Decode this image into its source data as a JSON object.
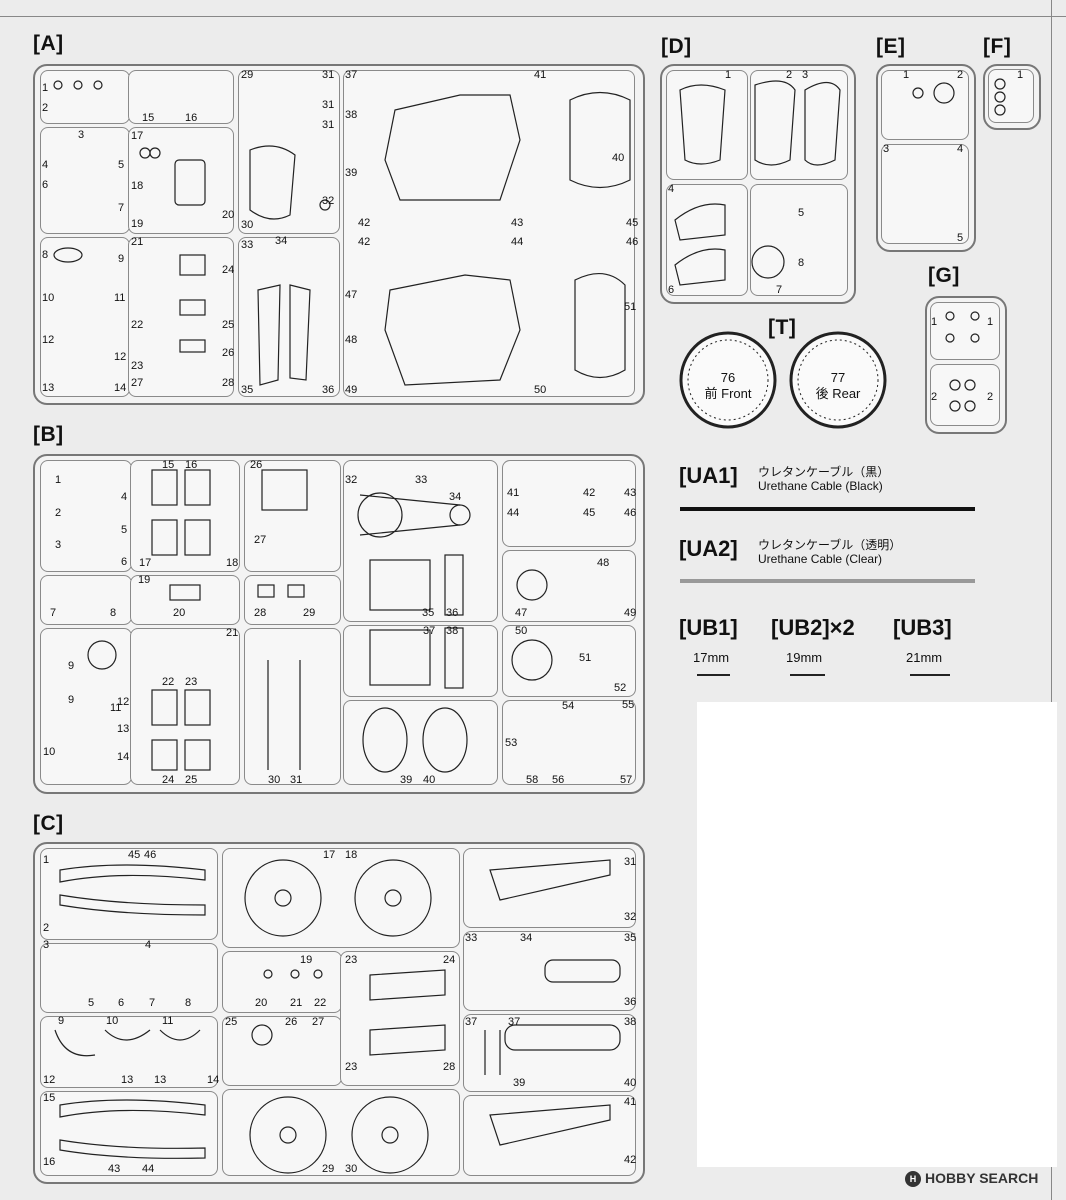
{
  "sections": {
    "A": "[A]",
    "B": "[B]",
    "C": "[C]",
    "D": "[D]",
    "E": "[E]",
    "F": "[F]",
    "G": "[G]",
    "T": "[T]"
  },
  "tires": {
    "front_num": "76",
    "front_label": "前 Front",
    "rear_num": "77",
    "rear_label": "後 Rear"
  },
  "cables": [
    {
      "code": "[UA1]",
      "jp": "ウレタンケーブル（黒）",
      "en": "Urethane Cable (Black)",
      "color": "#111111"
    },
    {
      "code": "[UA2]",
      "jp": "ウレタンケーブル（透明）",
      "en": "Urethane Cable (Clear)",
      "color": "#9a9a9a"
    }
  ],
  "bolts": [
    {
      "code": "[UB1]",
      "len": "17mm"
    },
    {
      "code": "[UB2]×2",
      "len": "19mm"
    },
    {
      "code": "[UB3]",
      "len": "21mm"
    }
  ],
  "part_numbers": {
    "A": [
      "1",
      "2",
      "3",
      "4",
      "5",
      "6",
      "7",
      "8",
      "9",
      "10",
      "11",
      "12",
      "12",
      "13",
      "14",
      "15",
      "16",
      "17",
      "18",
      "19",
      "20",
      "21",
      "22",
      "23",
      "24",
      "25",
      "26",
      "27",
      "28",
      "29",
      "30",
      "31",
      "31",
      "31",
      "32",
      "33",
      "34",
      "35",
      "36",
      "37",
      "38",
      "39",
      "40",
      "41",
      "42",
      "42",
      "43",
      "44",
      "45",
      "46",
      "47",
      "48",
      "49",
      "50",
      "51"
    ],
    "B": [
      "1",
      "2",
      "3",
      "4",
      "5",
      "6",
      "7",
      "8",
      "9",
      "9",
      "10",
      "11",
      "12",
      "13",
      "14",
      "15",
      "16",
      "17",
      "18",
      "19",
      "20",
      "21",
      "22",
      "23",
      "24",
      "25",
      "26",
      "27",
      "28",
      "29",
      "30",
      "31",
      "32",
      "33",
      "34",
      "35",
      "36",
      "37",
      "38",
      "39",
      "40",
      "41",
      "42",
      "43",
      "44",
      "45",
      "46",
      "47",
      "48",
      "49",
      "50",
      "51",
      "52",
      "53",
      "54",
      "55",
      "56",
      "57",
      "58"
    ],
    "C": [
      "1",
      "2",
      "3",
      "4",
      "5",
      "6",
      "7",
      "8",
      "9",
      "10",
      "11",
      "12",
      "13",
      "13",
      "14",
      "15",
      "16",
      "17",
      "18",
      "19",
      "20",
      "21",
      "22",
      "23",
      "23",
      "24",
      "25",
      "26",
      "27",
      "28",
      "29",
      "30",
      "31",
      "32",
      "33",
      "34",
      "35",
      "36",
      "37",
      "37",
      "38",
      "39",
      "40",
      "41",
      "42",
      "43",
      "44",
      "45",
      "46"
    ],
    "D": [
      "1",
      "2",
      "3",
      "4",
      "5",
      "6",
      "7",
      "8"
    ],
    "E": [
      "1",
      "2",
      "3",
      "4",
      "5"
    ],
    "F": [
      "1"
    ],
    "G": [
      "1",
      "1",
      "2",
      "2"
    ]
  },
  "watermark": "HOBBY SEARCH",
  "watermark_mark": "H"
}
